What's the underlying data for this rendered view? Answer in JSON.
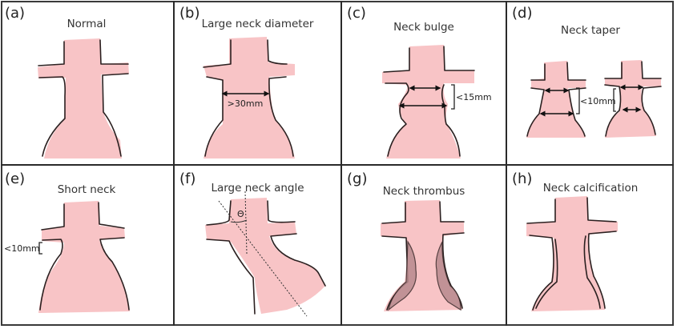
{
  "figure": {
    "fill_color": "#f8c4c6",
    "outline_color": "#2b2020",
    "panels": [
      {
        "id": "a",
        "label": "(a)",
        "title": "Normal"
      },
      {
        "id": "b",
        "label": "(b)",
        "title": "Large neck diameter",
        "annotation": ">30mm"
      },
      {
        "id": "c",
        "label": "(c)",
        "title": "Neck bulge",
        "annotation": "<15mm"
      },
      {
        "id": "d",
        "label": "(d)",
        "title": "Neck taper",
        "annotation": "<10mm"
      },
      {
        "id": "e",
        "label": "(e)",
        "title": "Short neck",
        "annotation": "<10mm"
      },
      {
        "id": "f",
        "label": "(f)",
        "title": "Large neck angle",
        "annotation": "Θ"
      },
      {
        "id": "g",
        "label": "(g)",
        "title": "Neck thrombus"
      },
      {
        "id": "h",
        "label": "(h)",
        "title": "Neck calcification"
      }
    ]
  }
}
